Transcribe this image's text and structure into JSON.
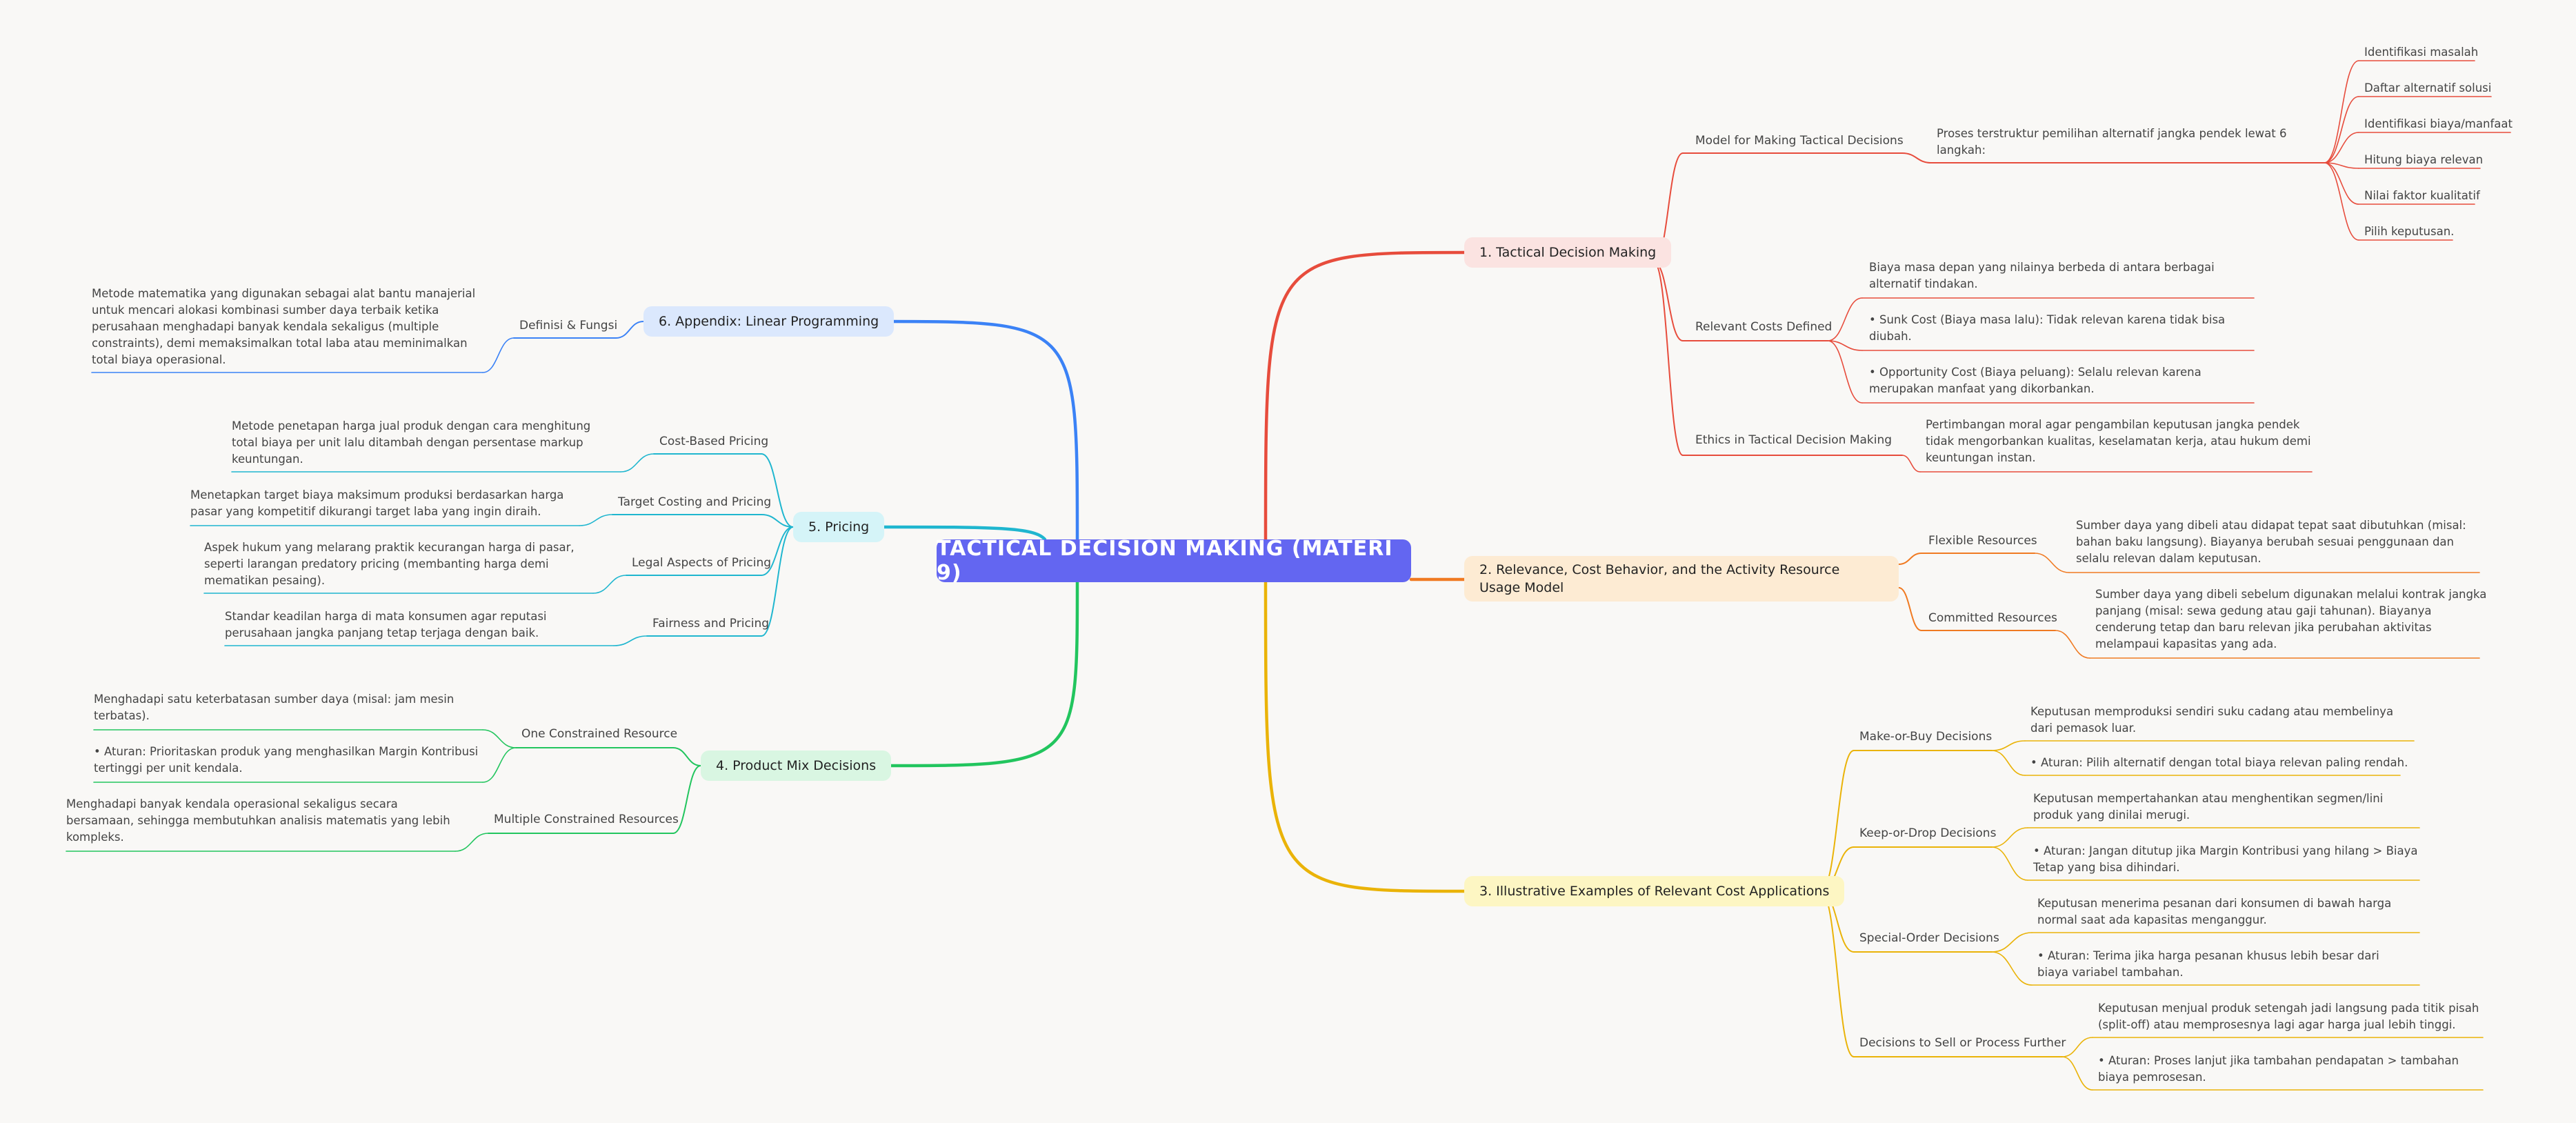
{
  "colors": {
    "background": "#f9f8f6",
    "root": "#6366f1",
    "branch1": "#e74c3c",
    "branch2": "#f07a22",
    "branch3": "#eab308",
    "branch4": "#22c55e",
    "branch5": "#1fb6cf",
    "branch6": "#3b82f6"
  },
  "root": "TACTICAL DECISION MAKING (MATERI 9)",
  "branches": {
    "b1": {
      "title": "1. Tactical Decision Making",
      "s1": {
        "label": "Model for Making Tactical Decisions",
        "desc": "Proses terstruktur pemilihan alternatif jangka pendek lewat 6 langkah:",
        "steps": [
          "Identifikasi masalah",
          "Daftar alternatif solusi",
          "Identifikasi biaya/manfaat",
          "Hitung biaya relevan",
          "Nilai faktor kualitatif",
          "Pilih keputusan."
        ]
      },
      "s2": {
        "label": "Relevant Costs Defined",
        "l1": "Biaya masa depan yang nilainya berbeda di antara berbagai alternatif tindakan.",
        "l2": "• Sunk Cost (Biaya masa lalu): Tidak relevan karena tidak bisa diubah.",
        "l3": "• Opportunity Cost (Biaya peluang): Selalu relevan karena merupakan manfaat yang dikorbankan."
      },
      "s3": {
        "label": "Ethics in Tactical Decision Making",
        "l1": "Pertimbangan moral agar pengambilan keputusan jangka pendek tidak mengorbankan kualitas, keselamatan kerja, atau hukum demi keuntungan instan."
      }
    },
    "b2": {
      "title": "2. Relevance, Cost Behavior, and the Activity Resource Usage Model",
      "s1": {
        "label": "Flexible Resources",
        "l1": "Sumber daya yang dibeli atau didapat tepat saat dibutuhkan (misal: bahan baku langsung). Biayanya berubah sesuai penggunaan dan selalu relevan dalam keputusan."
      },
      "s2": {
        "label": "Committed Resources",
        "l1": "Sumber daya yang dibeli sebelum digunakan melalui kontrak jangka panjang (misal: sewa gedung atau gaji tahunan). Biayanya cenderung tetap dan baru relevan jika perubahan aktivitas melampaui kapasitas yang ada."
      }
    },
    "b3": {
      "title": "3. Illustrative Examples of Relevant Cost Applications",
      "s1": {
        "label": "Make-or-Buy Decisions",
        "l1": "Keputusan memproduksi sendiri suku cadang atau membelinya dari pemasok luar.",
        "l2": "• Aturan: Pilih alternatif dengan total biaya relevan paling rendah."
      },
      "s2": {
        "label": "Keep-or-Drop Decisions",
        "l1": "Keputusan mempertahankan atau menghentikan segmen/lini produk yang dinilai merugi.",
        "l2": "• Aturan: Jangan ditutup jika Margin Kontribusi yang hilang > Biaya Tetap yang bisa dihindari."
      },
      "s3": {
        "label": "Special-Order Decisions",
        "l1": "Keputusan menerima pesanan dari konsumen di bawah harga normal saat ada kapasitas menganggur.",
        "l2": "• Aturan: Terima jika harga pesanan khusus lebih besar dari biaya variabel tambahan."
      },
      "s4": {
        "label": "Decisions to Sell or Process Further",
        "l1": "Keputusan menjual produk setengah jadi langsung pada titik pisah (split-off) atau memprosesnya lagi agar harga jual lebih tinggi.",
        "l2": "• Aturan: Proses lanjut jika tambahan pendapatan > tambahan biaya pemrosesan."
      }
    },
    "b4": {
      "title": "4. Product Mix Decisions",
      "s1": {
        "label": "One Constrained Resource",
        "l1": "Menghadapi satu keterbatasan sumber daya (misal: jam mesin terbatas).",
        "l2": "• Aturan: Prioritaskan produk yang menghasilkan Margin Kontribusi tertinggi per unit kendala."
      },
      "s2": {
        "label": "Multiple Constrained Resources",
        "l1": "Menghadapi banyak kendala operasional sekaligus secara bersamaan, sehingga membutuhkan analisis matematis yang lebih kompleks."
      }
    },
    "b5": {
      "title": "5. Pricing",
      "s1": {
        "label": "Cost-Based Pricing",
        "l1": "Metode penetapan harga jual produk dengan cara menghitung total biaya per unit lalu ditambah dengan persentase markup keuntungan."
      },
      "s2": {
        "label": "Target Costing and Pricing",
        "l1": "Menetapkan target biaya maksimum produksi berdasarkan harga pasar yang kompetitif dikurangi target laba yang ingin diraih."
      },
      "s3": {
        "label": "Legal Aspects of Pricing",
        "l1": "Aspek hukum yang melarang praktik kecurangan harga di pasar, seperti larangan predatory pricing (membanting harga demi mematikan pesaing)."
      },
      "s4": {
        "label": "Fairness and Pricing",
        "l1": "Standar keadilan harga di mata konsumen agar reputasi perusahaan jangka panjang tetap terjaga dengan baik."
      }
    },
    "b6": {
      "title": "6. Appendix: Linear Programming",
      "s1": {
        "label": "Definisi & Fungsi",
        "l1": "Metode matematika yang digunakan sebagai alat bantu manajerial untuk mencari alokasi kombinasi sumber daya terbaik ketika perusahaan menghadapi banyak kendala sekaligus (multiple constraints), demi memaksimalkan total laba atau meminimalkan total biaya operasional."
      }
    }
  }
}
